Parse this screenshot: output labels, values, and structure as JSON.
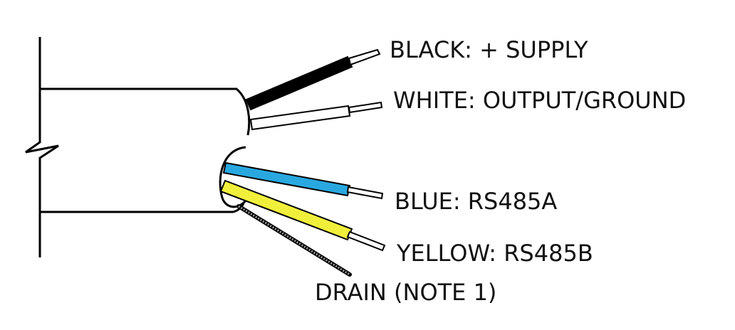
{
  "labels": {
    "black": "BLACK: + SUPPLY",
    "white": "WHITE: OUTPUT/GROUND",
    "blue": "BLUE: RS485A",
    "yellow": "YELLOW: RS485B",
    "drain": "DRAIN (NOTE 1)"
  },
  "colors": {
    "black_wire": "#000000",
    "white_wire": "#ffffff",
    "blue_wire": "#29a8e0",
    "yellow_wire": "#f0f03c",
    "outline": "#000000",
    "drain_wire": "#777777"
  }
}
